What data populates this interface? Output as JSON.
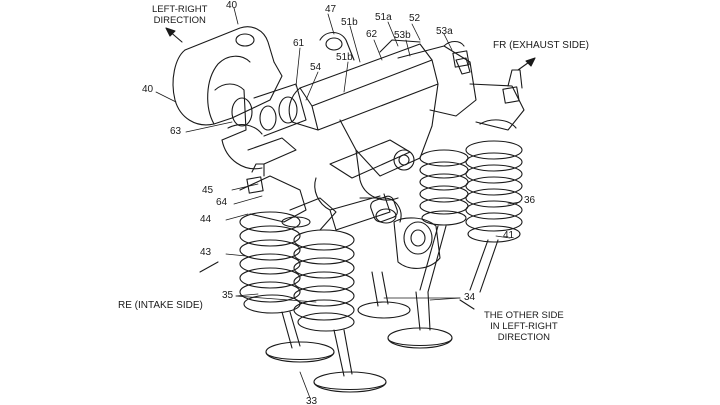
{
  "directions": {
    "left_right": [
      "LEFT-RIGHT",
      "DIRECTION"
    ],
    "fr_exhaust": "FR (EXHAUST SIDE)",
    "re_intake": "RE (INTAKE SIDE)",
    "other_side": [
      "THE OTHER SIDE",
      "IN LEFT-RIGHT",
      "DIRECTION"
    ]
  },
  "ref_numerals": {
    "n40": "40",
    "n40b": "40",
    "n47": "47",
    "n51b_top": "51b",
    "n51a": "51a",
    "n52": "52",
    "n53b": "53b",
    "n53a": "53a",
    "n61": "61",
    "n62": "62",
    "n54": "54",
    "n51b_mid": "51b",
    "n63": "63",
    "n45": "45",
    "n64": "64",
    "n44": "44",
    "n43": "43",
    "n35": "35",
    "n36": "36",
    "n41": "41",
    "n34": "34",
    "n33": "33"
  },
  "colors": {
    "ink": "#1a1a1a",
    "paper": "#ffffff"
  }
}
